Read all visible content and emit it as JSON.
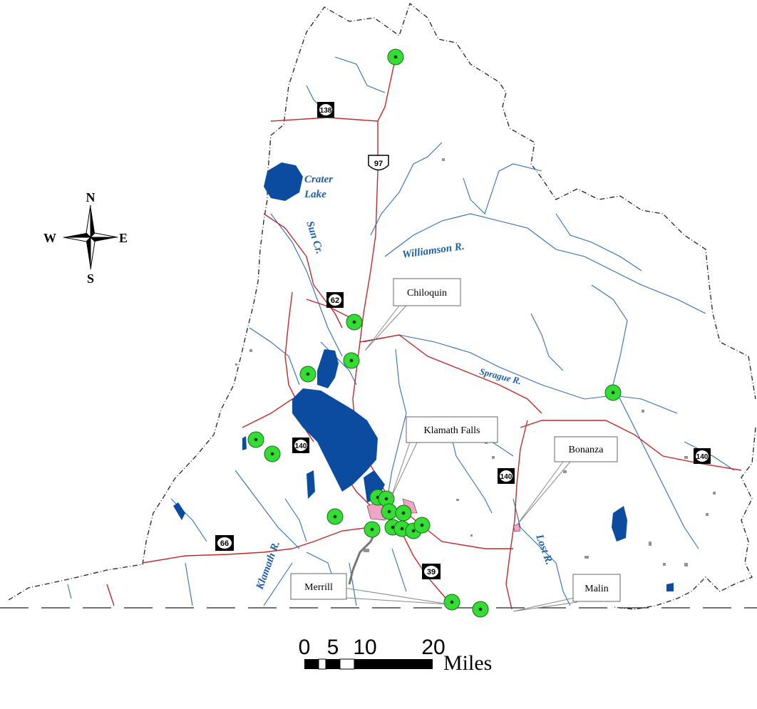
{
  "map": {
    "colors": {
      "water": "#0c4ca0",
      "river": "#2f6fb5",
      "road": "#c62828",
      "boundary": "#222222",
      "site_fill": "#33dd33",
      "site_stroke": "#1d6b1d",
      "urban": "#f4a3c8"
    },
    "water_labels": {
      "crater_lake": "Crater Lake",
      "crater_line1": "Crater",
      "crater_line2": "Lake",
      "sun_cr": "Sun Cr.",
      "williamson": "Williamson R.",
      "sprague": "Sprague R.",
      "klamath": "Klamath R.",
      "lost": "Lost R."
    },
    "towns": {
      "chiloquin": "Chiloquin",
      "klamath_falls": "Klamath Falls",
      "bonanza": "Bonanza",
      "merrill": "Merrill",
      "malin": "Malin"
    },
    "highways": {
      "h138": "138",
      "h97": "97",
      "h62": "62",
      "h140a": "140",
      "h140b": "140",
      "h140c": "140",
      "h66": "66",
      "h39": "39"
    },
    "compass": {
      "n": "N",
      "s": "S",
      "e": "E",
      "w": "W"
    },
    "scale_bar": {
      "ticks": [
        "0",
        "5",
        "10",
        "20"
      ],
      "unit": "Miles"
    }
  }
}
